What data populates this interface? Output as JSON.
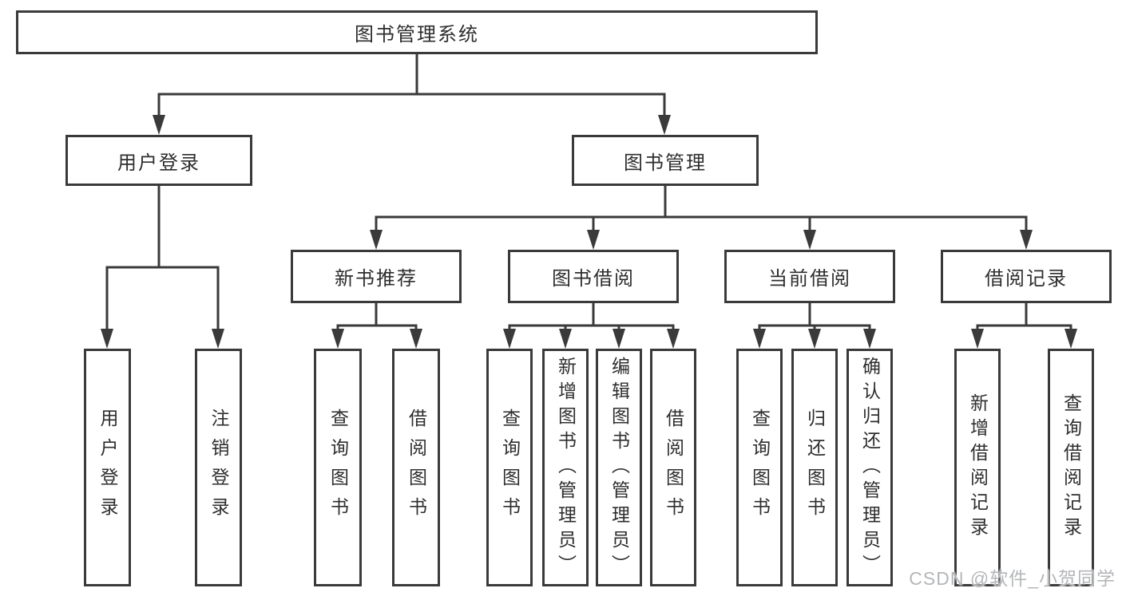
{
  "colors": {
    "line": "#3a3a3a",
    "text": "#2e2e2e",
    "background": "#ffffff",
    "watermark_text": "#b4b6b9"
  },
  "watermark": "CSDN @软件_小贺同学",
  "tree": {
    "root": {
      "label": "图书管理系统"
    },
    "login": {
      "label": "用户登录",
      "children": [
        {
          "label": "用户登录"
        },
        {
          "label": "注销登录"
        }
      ]
    },
    "management": {
      "label": "图书管理",
      "groups": [
        {
          "label": "新书推荐",
          "children": [
            {
              "label": "查询图书"
            },
            {
              "label": "借阅图书"
            }
          ]
        },
        {
          "label": "图书借阅",
          "children": [
            {
              "label": "查询图书"
            },
            {
              "label": "新增图书（管理员）"
            },
            {
              "label": "编辑图书（管理员）"
            },
            {
              "label": "借阅图书"
            }
          ]
        },
        {
          "label": "当前借阅",
          "children": [
            {
              "label": "查询图书"
            },
            {
              "label": "归还图书"
            },
            {
              "label": "确认归还（管理员）"
            }
          ]
        },
        {
          "label": "借阅记录",
          "children": [
            {
              "label": "新增借阅记录"
            },
            {
              "label": "查询借阅记录"
            }
          ]
        }
      ]
    }
  }
}
